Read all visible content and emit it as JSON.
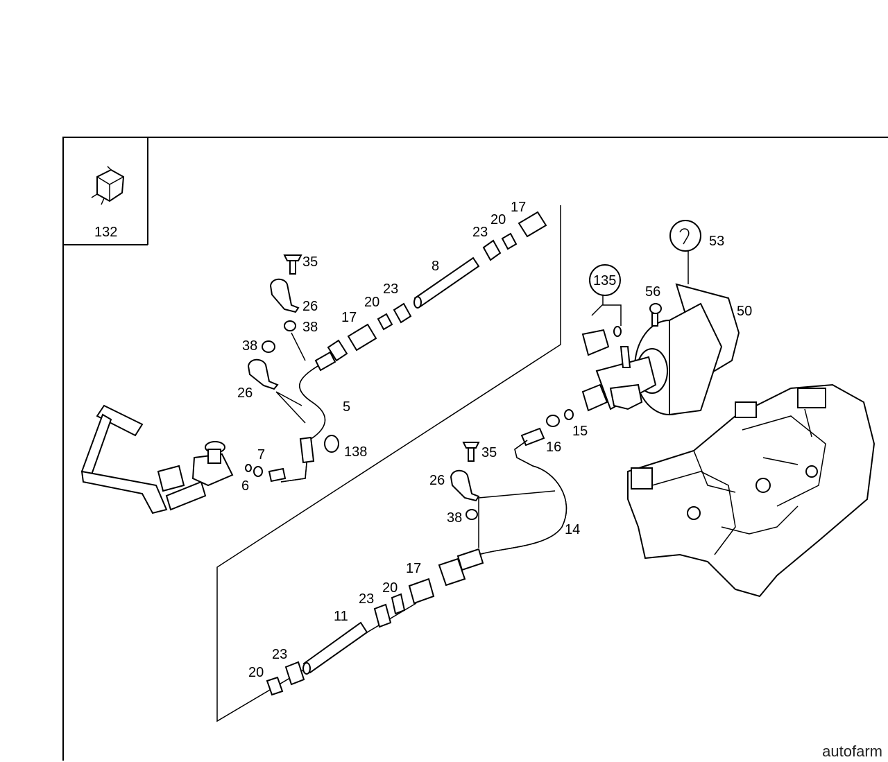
{
  "inset": {
    "label": "132"
  },
  "callouts": [
    {
      "id": "c17a",
      "text": "17"
    },
    {
      "id": "c20a",
      "text": "20"
    },
    {
      "id": "c23a",
      "text": "23"
    },
    {
      "id": "c8",
      "text": "8"
    },
    {
      "id": "c35a",
      "text": "35"
    },
    {
      "id": "c26a",
      "text": "26"
    },
    {
      "id": "c38a",
      "text": "38"
    },
    {
      "id": "c17b",
      "text": "17"
    },
    {
      "id": "c20b",
      "text": "20"
    },
    {
      "id": "c23b",
      "text": "23"
    },
    {
      "id": "c38b",
      "text": "38"
    },
    {
      "id": "c26b",
      "text": "26"
    },
    {
      "id": "c5",
      "text": "5"
    },
    {
      "id": "c138",
      "text": "138"
    },
    {
      "id": "c7",
      "text": "7"
    },
    {
      "id": "c6",
      "text": "6"
    },
    {
      "id": "c135",
      "text": "135"
    },
    {
      "id": "c56",
      "text": "56"
    },
    {
      "id": "c53",
      "text": "53"
    },
    {
      "id": "c50",
      "text": "50"
    },
    {
      "id": "c15",
      "text": "15"
    },
    {
      "id": "c16",
      "text": "16"
    },
    {
      "id": "c35b",
      "text": "35"
    },
    {
      "id": "c26c",
      "text": "26"
    },
    {
      "id": "c38c",
      "text": "38"
    },
    {
      "id": "c14",
      "text": "14"
    },
    {
      "id": "c17c",
      "text": "17"
    },
    {
      "id": "c20c",
      "text": "20"
    },
    {
      "id": "c23c",
      "text": "23"
    },
    {
      "id": "c11",
      "text": "11"
    },
    {
      "id": "c23d",
      "text": "23"
    },
    {
      "id": "c20d",
      "text": "20"
    }
  ],
  "watermark": "autofarm"
}
